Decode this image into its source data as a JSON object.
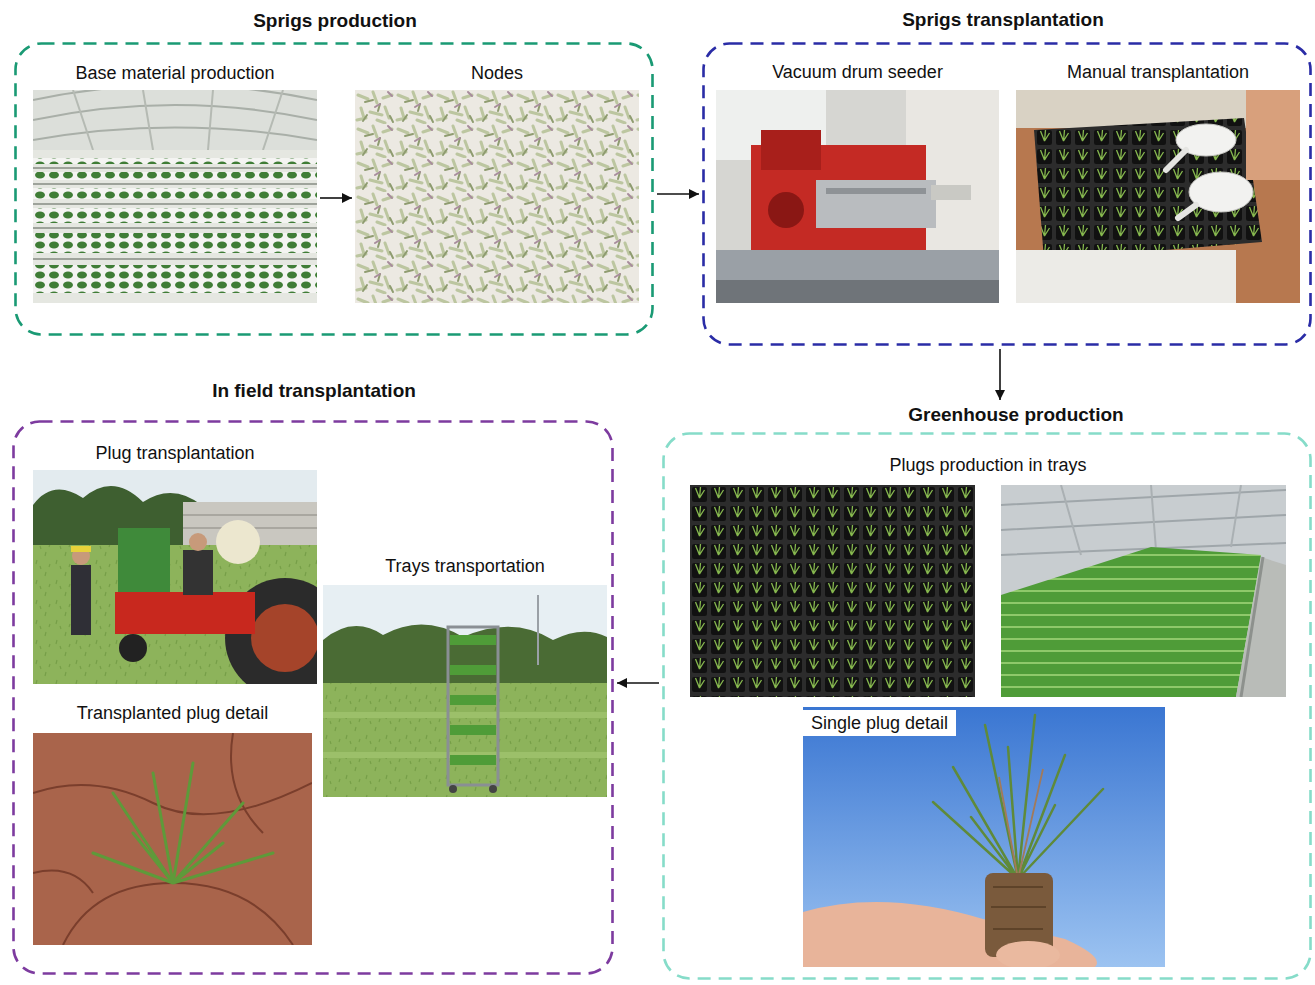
{
  "diagram": {
    "nodes": [
      {
        "text": [
          "Sprigs production"
        ]
      },
      {
        "text": [
          "Base material production"
        ],
        "in": 0
      },
      {
        "text": [
          "Nodes"
        ],
        "in": 0
      },
      {
        "text": [
          "Sprigs transplantation"
        ]
      },
      {
        "text": [
          "Vacuum drum seeder"
        ],
        "in": 3
      },
      {
        "text": [
          "Manual transplantation"
        ],
        "in": 3
      },
      {
        "text": [
          "Greenhouse production"
        ]
      },
      {
        "text": [
          "Plugs production in trays"
        ],
        "in": 6
      },
      {
        "text": [
          "Single plug detail"
        ],
        "in": 6
      },
      {
        "text": [
          "In field transplantation"
        ]
      },
      {
        "text": [
          "Plug transplantation"
        ],
        "in": 9
      },
      {
        "text": [
          "Trays transportation"
        ],
        "in": 9
      },
      {
        "text": [
          "Transplanted plug detail"
        ],
        "in": 9
      }
    ],
    "edges": [
      {
        "from": 1,
        "to": 2,
        "arrow": "to"
      },
      {
        "from": 0,
        "to": 3,
        "arrow": "to"
      },
      {
        "from": 3,
        "to": 6,
        "arrow": "to"
      },
      {
        "from": 6,
        "to": 9,
        "arrow": "to"
      }
    ]
  }
}
